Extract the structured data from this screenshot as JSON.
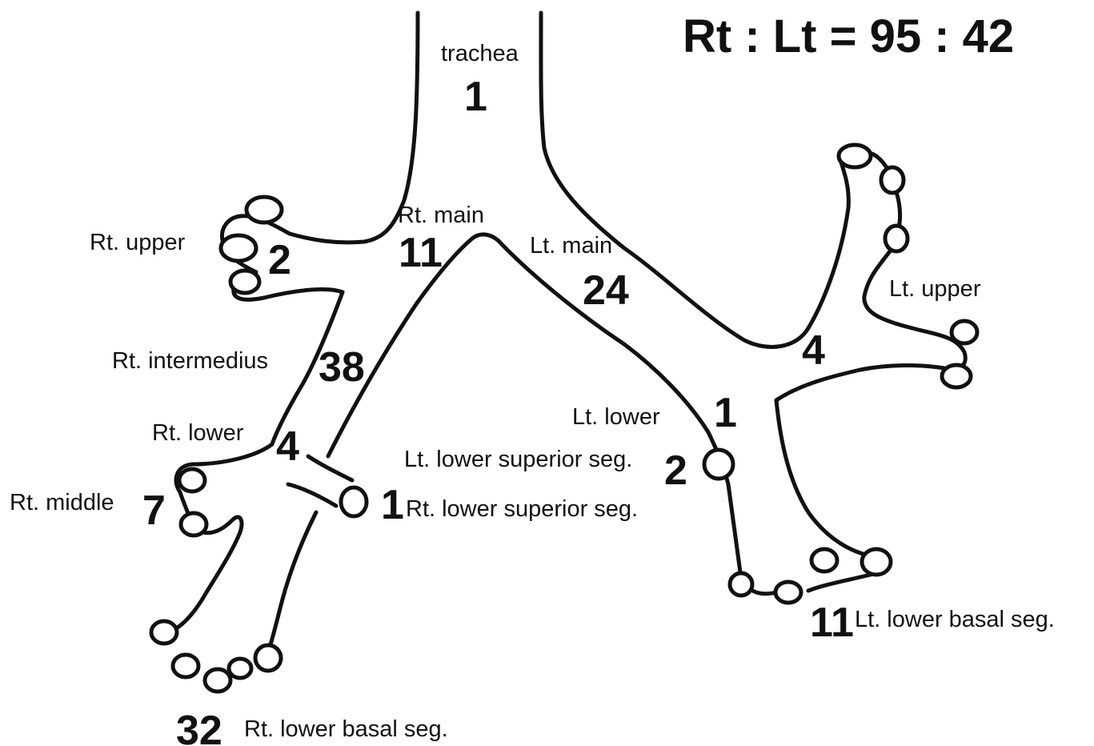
{
  "ratio": "Rt : Lt = 95 : 42",
  "segments": {
    "trachea": {
      "label": "trachea",
      "count": "1"
    },
    "rt_main": {
      "label": "Rt. main",
      "count": "11"
    },
    "lt_main": {
      "label": "Lt. main",
      "count": "24"
    },
    "rt_upper": {
      "label": "Rt. upper",
      "count": "2"
    },
    "rt_intermedius": {
      "label": "Rt. intermedius",
      "count": "38"
    },
    "rt_lower": {
      "label": "Rt. lower",
      "count": "4"
    },
    "rt_middle": {
      "label": "Rt. middle",
      "count": "7"
    },
    "rt_lower_superior": {
      "label": "Rt. lower superior seg.",
      "count": "1"
    },
    "rt_lower_basal": {
      "label": "Rt. lower basal seg.",
      "count": "32"
    },
    "lt_upper": {
      "label": "Lt. upper",
      "count": "4"
    },
    "lt_lower": {
      "label": "Lt. lower",
      "count": "1"
    },
    "lt_lower_superior": {
      "label": "Lt. lower superior seg.",
      "count": "2"
    },
    "lt_lower_basal": {
      "label": "Lt. lower basal seg.",
      "count": "11"
    }
  }
}
